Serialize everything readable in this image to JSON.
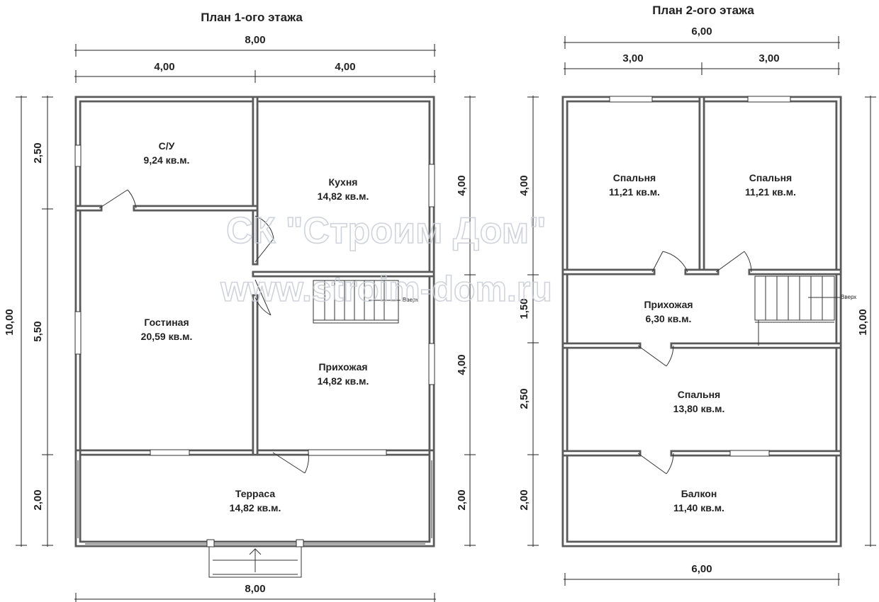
{
  "floor1": {
    "title": "План 1-ого этажа",
    "dims": {
      "top_total": "8,00",
      "top_left": "4,00",
      "top_right": "4,00",
      "left_total": "10,00",
      "left_a": "2,50",
      "left_b": "5,50",
      "left_c": "2,00",
      "right_a": "4,00",
      "right_b": "4,00",
      "right_c": "2,00",
      "bottom_total": "8,00"
    },
    "rooms": {
      "su": {
        "name": "С/У",
        "area": "9,24 кв.м."
      },
      "kitchen": {
        "name": "Кухня",
        "area": "14,82 кв.м."
      },
      "living": {
        "name": "Гостиная",
        "area": "20,59 кв.м."
      },
      "hall": {
        "name": "Прихожая",
        "area": "14,82 кв.м."
      },
      "terrace": {
        "name": "Терраса",
        "area": "14,82 кв.м."
      }
    },
    "stair_label": "Вверх"
  },
  "floor2": {
    "title": "План 2-ого этажа",
    "dims": {
      "top_total": "6,00",
      "top_left": "3,00",
      "top_right": "3,00",
      "left_a": "4,00",
      "left_b": "1,50",
      "left_c": "2,50",
      "left_d": "2,00",
      "right_total": "10,00",
      "bottom_total": "6,00"
    },
    "rooms": {
      "bed1": {
        "name": "Спальня",
        "area": "11,21 кв.м."
      },
      "bed2": {
        "name": "Спальня",
        "area": "11,21 кв.м."
      },
      "hall": {
        "name": "Прихожая",
        "area": "6,30 кв.м."
      },
      "bed3": {
        "name": "Спальня",
        "area": "13,80 кв.м."
      },
      "balcony": {
        "name": "Балкон",
        "area": "11,40 кв.м."
      }
    },
    "stair_label": "Вверх"
  },
  "watermark": {
    "line1": "СК \"Строим Дом\"",
    "line2": "www.stroim-dom.ru"
  }
}
